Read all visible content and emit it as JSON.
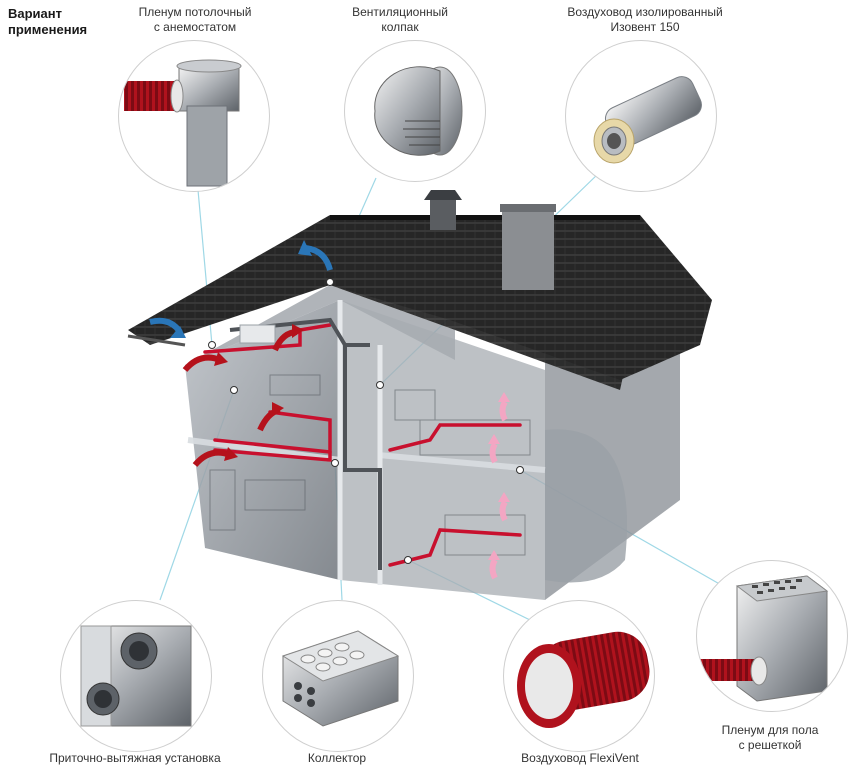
{
  "title": {
    "line1": "Вариант",
    "line2": "применения"
  },
  "components": {
    "plenum_ceiling": {
      "line1": "Пленум потолочный",
      "line2": "с анемостатом",
      "icon": "ceiling-plenum-icon"
    },
    "vent_cap": {
      "line1": "Вентиляционный",
      "line2": "колпак",
      "icon": "vent-cap-icon"
    },
    "duct_insulated": {
      "line1": "Воздуховод изолированный",
      "line2": "Изовент 150",
      "icon": "insulated-duct-icon"
    },
    "ahu": {
      "line1": "Приточно-вытяжная установка",
      "icon": "air-handling-unit-icon"
    },
    "collector": {
      "line1": "Коллектор",
      "icon": "collector-icon"
    },
    "flexivent": {
      "line1": "Воздуховод FlexiVent",
      "icon": "flexivent-duct-icon"
    },
    "plenum_floor": {
      "line1": "Пленум для пола",
      "line2": "с решеткой",
      "icon": "floor-plenum-icon"
    }
  },
  "colors": {
    "duct_red": "#c8102e",
    "arrow_red": "#b5121b",
    "arrow_pink": "#f3a6c3",
    "arrow_blue": "#2a76b8",
    "roof": "#2b2b2b",
    "wall": "#8a8f96",
    "leader": "#9fd8e6"
  }
}
